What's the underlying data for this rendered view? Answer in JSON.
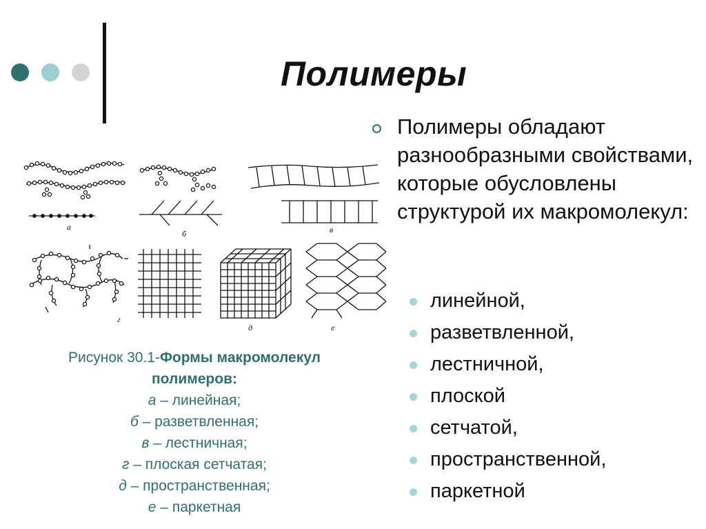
{
  "slide": {
    "title": "Полимеры",
    "decor": {
      "dot_colors": [
        "#2f6f70",
        "#9ccfcf",
        "#d4d4d4"
      ]
    },
    "figure": {
      "panel_labels": [
        "а",
        "б",
        "в",
        "г",
        "д",
        "е"
      ]
    },
    "caption": {
      "prefix": "Рисунок 30.1-",
      "heading_line1": "Формы макромолекул",
      "heading_line2": "полимеров:",
      "lines": [
        {
          "letter": "а",
          "text": " – линейная;"
        },
        {
          "letter": "б",
          "text": " – разветвленная;"
        },
        {
          "letter": "в",
          "text": " – лестничная;"
        },
        {
          "letter": "г",
          "text": " – плоская сетчатая;"
        },
        {
          "letter": "д",
          "text": " – пространственная;"
        },
        {
          "letter": "е",
          "text": " – паркетная"
        }
      ]
    },
    "main": {
      "lead_text": "Полимеры обладают разнообразными свойствами, которые обусловлены структурой их макромолекул:",
      "items": [
        "линейной,",
        "разветвленной,",
        "лестничной,",
        "плоской",
        "сетчатой,",
        "пространственной,",
        "паркетной"
      ]
    }
  }
}
